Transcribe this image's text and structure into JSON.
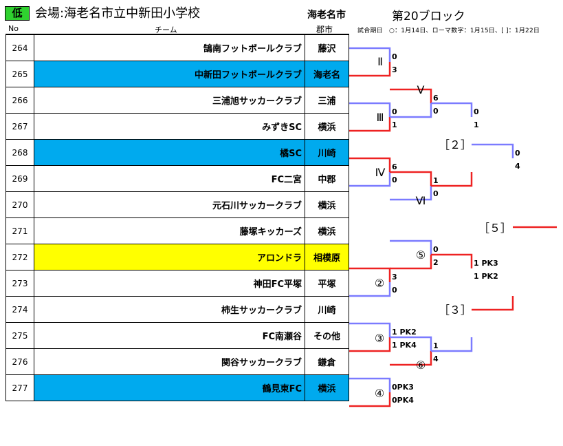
{
  "header": {
    "badge": "低",
    "venue": "会場:海老名市立中新田小学校",
    "city": "海老名市",
    "block": "第20ブロック",
    "col_no": "No",
    "col_team": "チーム",
    "col_city": "郡市",
    "legend": "試合期日　○：1月14日、ローマ数字：1月15日、[ ]：1月22日"
  },
  "colors": {
    "blue": "#7b7bff",
    "red": "#ee2222",
    "highlight_blue": "#00aaee",
    "highlight_yellow": "#ffff00"
  },
  "teams": [
    {
      "no": "264",
      "name": "鵠南フットボールクラブ",
      "city": "藤沢",
      "hl": ""
    },
    {
      "no": "265",
      "name": "中新田フットボールクラブ",
      "city": "海老名",
      "hl": "blue"
    },
    {
      "no": "266",
      "name": "三浦旭サッカークラブ",
      "city": "三浦",
      "hl": ""
    },
    {
      "no": "267",
      "name": "みずきSC",
      "city": "横浜",
      "hl": ""
    },
    {
      "no": "268",
      "name": "橘SC",
      "city": "川崎",
      "hl": "blue"
    },
    {
      "no": "269",
      "name": "FC二宮",
      "city": "中郡",
      "hl": ""
    },
    {
      "no": "270",
      "name": "元石川サッカークラブ",
      "city": "横浜",
      "hl": ""
    },
    {
      "no": "271",
      "name": "藤塚キッカーズ",
      "city": "横浜",
      "hl": ""
    },
    {
      "no": "272",
      "name": "アロンドラ",
      "city": "相模原",
      "hl": "yellow"
    },
    {
      "no": "273",
      "name": "神田FC平塚",
      "city": "平塚",
      "hl": ""
    },
    {
      "no": "274",
      "name": "柿生サッカークラブ",
      "city": "川崎",
      "hl": ""
    },
    {
      "no": "275",
      "name": "FC南瀬谷",
      "city": "その他",
      "hl": ""
    },
    {
      "no": "276",
      "name": "関谷サッカークラブ",
      "city": "鎌倉",
      "hl": ""
    },
    {
      "no": "277",
      "name": "鶴見東FC",
      "city": "横浜",
      "hl": "blue"
    }
  ],
  "matches": [
    {
      "label": "Ⅱ",
      "top": "0",
      "bottom": "3",
      "winner": "bottom"
    },
    {
      "label": "Ⅲ",
      "top": "0",
      "bottom": "1",
      "winner": "bottom"
    },
    {
      "label": "Ⅳ",
      "top": "6",
      "bottom": "0",
      "winner": "top"
    },
    {
      "label": "②",
      "top": "3",
      "bottom": "0",
      "winner": "top"
    },
    {
      "label": "③",
      "top": "1 PK2",
      "bottom": "1 PK4",
      "winner": "bottom"
    },
    {
      "label": "④",
      "top": "0PK3",
      "bottom": "0PK4",
      "winner": "bottom"
    },
    {
      "label": "Ⅴ",
      "top": "6",
      "bottom": "0",
      "winner": "top"
    },
    {
      "label": "Ⅵ",
      "top": "1",
      "bottom": "0",
      "winner": "top"
    },
    {
      "label": "⑤",
      "top": "0",
      "bottom": "2",
      "winner": "bottom"
    },
    {
      "label": "⑥",
      "top": "1",
      "bottom": "4",
      "winner": "bottom"
    },
    {
      "label": "［２］",
      "top": "0",
      "bottom": "1",
      "winner": "bottom"
    },
    {
      "label": "［３］",
      "top": "1 PK3",
      "bottom": "1 PK2",
      "winner": "top"
    },
    {
      "label": "［５］",
      "top": "0",
      "bottom": "4",
      "winner": "bottom"
    }
  ]
}
